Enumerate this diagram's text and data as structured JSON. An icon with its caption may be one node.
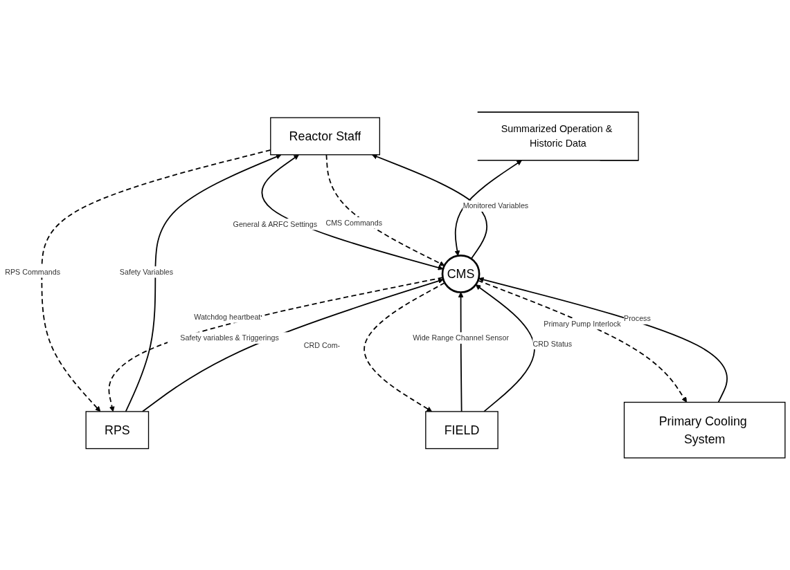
{
  "diagram": {
    "nodes": [
      {
        "text": [
          "Reactor Staff"
        ]
      },
      {
        "text": [
          "Summarized Operation & Historic Data"
        ]
      },
      {
        "text": [
          "CMS"
        ]
      },
      {
        "text": [
          "RPS"
        ]
      },
      {
        "text": [
          "FIELD"
        ]
      },
      {
        "text": [
          "Primary Cooling System"
        ]
      }
    ],
    "edges": [
      {
        "from": 0,
        "to": 2,
        "arrow": "both",
        "label": "General & ARFC Settings"
      },
      {
        "from": 0,
        "to": 2,
        "arrow": "to",
        "label": "CMS Commands",
        "style": "dashed"
      },
      {
        "from": 2,
        "to": 0,
        "arrow": "to",
        "label": "Monitored Variables"
      },
      {
        "from": 0,
        "to": 3,
        "arrow": "to",
        "label": "RPS Commands",
        "style": "dashed"
      },
      {
        "from": 3,
        "to": 0,
        "arrow": "to",
        "label": "Safety Variables"
      },
      {
        "from": 1,
        "to": 2,
        "arrow": "both"
      },
      {
        "from": 3,
        "to": 2,
        "arrow": "to",
        "label": "Safety variables & Triggerings"
      },
      {
        "from": 2,
        "to": 3,
        "arrow": "to",
        "label": "Watchdog heartbeat",
        "style": "dashed"
      },
      {
        "from": 4,
        "to": 2,
        "arrow": "to",
        "label": "Wide Range Channel Sensor"
      },
      {
        "from": 2,
        "to": 4,
        "arrow": "to",
        "label": "CRD Com-",
        "style": "dashed"
      },
      {
        "from": 4,
        "to": 2,
        "arrow": "to",
        "label": "CRD Status"
      },
      {
        "from": 2,
        "to": 5,
        "arrow": "to",
        "label": "Primary Pump Interlock",
        "style": "dashed"
      },
      {
        "from": 5,
        "to": 2,
        "arrow": "to",
        "label": "Process"
      }
    ]
  }
}
